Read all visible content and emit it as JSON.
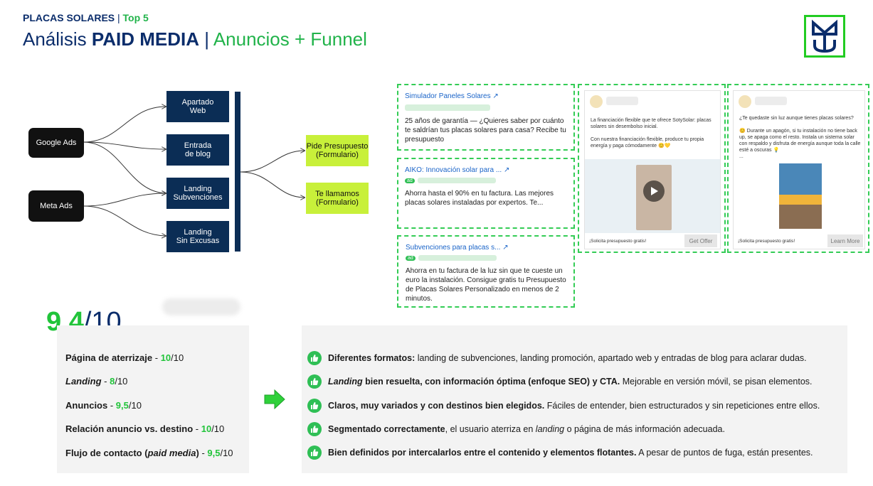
{
  "header": {
    "kicker_brand": "PLACAS SOLARES",
    "kicker_sep": "|",
    "kicker_rank": "Top 5",
    "title_a": "Análisis ",
    "title_b": "PAID MEDIA",
    "title_sep": " | ",
    "title_c": "Anuncios + Funnel"
  },
  "logo": {
    "icon": "mt-logo-icon",
    "color": "#22cc22"
  },
  "flow": {
    "sources": [
      "Google Ads",
      "Meta Ads"
    ],
    "destinations": [
      "Apartado\nWeb",
      "Entrada\nde blog",
      "Landing\nSubvenciones",
      "Landing\nSin Excusas"
    ],
    "outcomes": [
      "Pide Presupuesto\n(Formulario)",
      "Te llamamos\n(Formulario)"
    ]
  },
  "ads": {
    "search": [
      {
        "title": "Simulador Paneles Solares",
        "text": "25 años de garantía — ¿Quieres saber por cuánto te saldrían tus placas solares para casa? Recibe tu presupuesto"
      },
      {
        "title": "AIKO: Innovación solar para ...",
        "badge": "ad",
        "text": "Ahorra hasta el 90% en tu factura. Las mejores placas solares instaladas por expertos. Te..."
      },
      {
        "title": "Subvenciones para placas s...",
        "badge": "ad",
        "text": "Ahorra en tu factura de la luz sin que te cueste un euro la instalación. Consigue gratis tu Presupuesto de Placas Solares Personalizado en menos de 2 minutos."
      }
    ],
    "social": [
      {
        "text": "La financiación flexible que te ofrece SotySolar: placas solares sin desembolso inicial.\n\nCon nuestra financiación flexible, produce tu propia energía y paga cómodamente 😊💛",
        "cta_text": "¡Solicita presupuesto gratis!",
        "button": "Get Offer"
      },
      {
        "text": "¿Te quedaste sin luz aunque tienes placas solares?\n\n😊 Durante un apagón, si tu instalación no tiene back up, se apaga como el resto. Instala un sistema solar con respaldo y disfruta de energía aunque toda la calle esté a oscuras 💡\n...",
        "cta_text": "¡Solicita presupuesto gratis!",
        "button": "Learn More"
      }
    ]
  },
  "score": {
    "value": "9,4",
    "denominator": "/10"
  },
  "metrics": [
    {
      "label": "Página de aterrizaje",
      "sep": " - ",
      "score": "10",
      "total": "/10",
      "italic": false
    },
    {
      "label": "Landing",
      "sep": "  - ",
      "score": "8",
      "total": "/10",
      "italic": true
    },
    {
      "label": "Anuncios",
      "sep": "  - ",
      "score": "9,5",
      "total": "/10",
      "italic": false
    },
    {
      "label": "Relación anuncio vs. destino",
      "sep": "  - ",
      "score": "10",
      "total": "/10",
      "italic": false
    },
    {
      "label": "Flujo de contacto (paid media)",
      "sep": "  - ",
      "score": "9,5",
      "total": "/10",
      "italic": false
    }
  ],
  "notes": [
    {
      "bold": "Diferentes formatos:",
      "rest": " landing de subvenciones, landing promoción, apartado web y entradas de blog para aclarar dudas."
    },
    {
      "bold_italic": "Landing",
      "bold": " bien resuelta, con información óptima (enfoque SEO) y CTA.",
      "rest": " Mejorable en versión móvil, se pisan elementos."
    },
    {
      "bold": "Claros, muy variados y con destinos bien elegidos.",
      "rest": " Fáciles de entender, bien estructurados y sin repeticiones entre ellos."
    },
    {
      "bold": "Segmentado correctamente",
      "rest": ", el usuario aterriza en ",
      "italic": "landing",
      "rest2": " o página de más información adecuada."
    },
    {
      "bold": "Bien definidos por intercalarlos entre el contenido y elementos flotantes.",
      "rest": " A pesar de puntos de fuga, están presentes."
    }
  ],
  "colors": {
    "navy": "#0b2d6b",
    "green": "#21c43a",
    "lime": "#c8f03a"
  }
}
